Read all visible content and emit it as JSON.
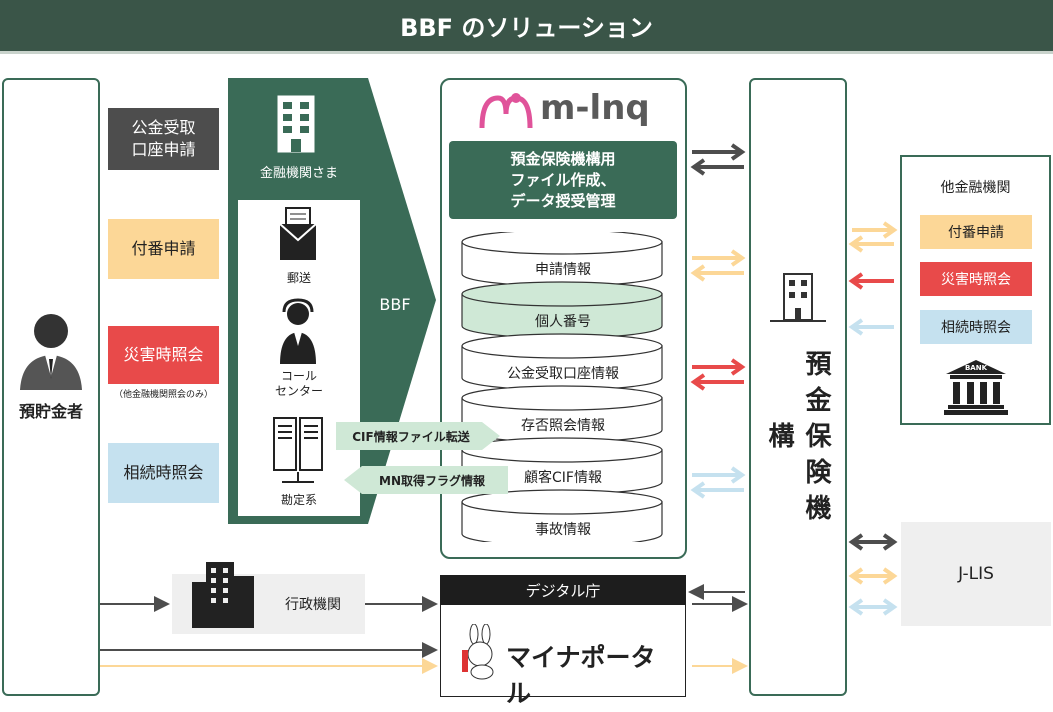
{
  "title": "BBF のソリューション",
  "depositor": {
    "label": "預貯金者"
  },
  "requests": [
    {
      "label": "公金受取\n口座申請",
      "color": "#4d4d4d",
      "text_color": "#ffffff"
    },
    {
      "label": "付番申請",
      "color": "#fcd797",
      "text_color": "#222222"
    },
    {
      "label": "災害時照会",
      "color": "#e84a4a",
      "text_color": "#ffffff",
      "note": "（他金融機関照会のみ）"
    },
    {
      "label": "相続時照会",
      "color": "#c5e1ef",
      "text_color": "#222222"
    }
  ],
  "financial": {
    "label": "金融機関さま",
    "bbf_label": "BBF",
    "mail_label": "郵送",
    "call_center_label": "コール\nセンター",
    "accounting_label": "勘定系"
  },
  "minq": {
    "logo": "m-lnq",
    "header": "預金保険機構用\nファイル作成、\nデータ授受管理",
    "databases": [
      "申請情報",
      "個人番号",
      "公金受取口座情報",
      "存否照会情報",
      "顧客CIF情報",
      "事故情報"
    ],
    "arrow_cif_transfer": "CIF情報ファイル転送",
    "arrow_mn_flag": "MN取得フラグ情報"
  },
  "dic": {
    "label": "預金保険機構"
  },
  "other_fi": {
    "title": "他金融機関",
    "items": [
      {
        "label": "付番申請",
        "color": "#fcd797"
      },
      {
        "label": "災害時照会",
        "color": "#e84a4a"
      },
      {
        "label": "相続時照会",
        "color": "#c5e1ef"
      }
    ],
    "bank_icon_text": "BANK"
  },
  "jlis": {
    "label": "J-LIS"
  },
  "gov": {
    "label": "行政機関"
  },
  "digital": {
    "header": "デジタル庁",
    "portal": "マイナポータル"
  },
  "colors": {
    "dark": "#4d4d4d",
    "orange": "#fcd797",
    "red": "#e84a4a",
    "blue": "#c5e1ef",
    "green": "#3a6b57",
    "light_green": "#cfe8d6"
  }
}
